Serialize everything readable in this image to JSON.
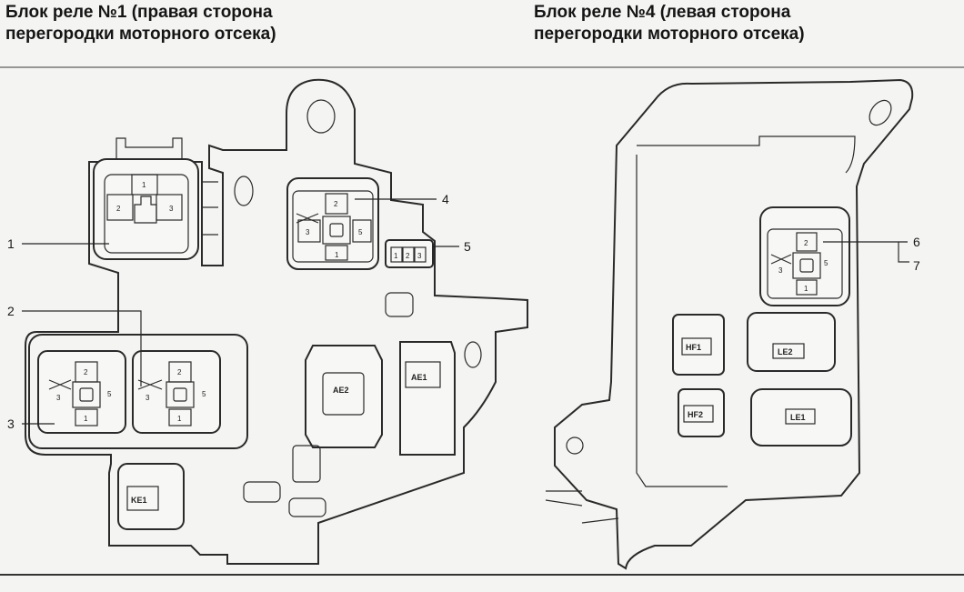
{
  "titles": {
    "left_line1": "Блок реле №1 (правая сторона",
    "left_line2": "перегородки моторного отсека)",
    "right_line1": "Блок реле №4 (левая сторона",
    "right_line2": "перегородки моторного отсека)"
  },
  "callouts": [
    "1",
    "2",
    "3",
    "4",
    "5",
    "6",
    "7"
  ],
  "relay_pins": [
    "1",
    "2",
    "3",
    "5"
  ],
  "connector_pins": [
    "1",
    "2",
    "3"
  ],
  "tags": {
    "ae1": "AE1",
    "ae2": "AE2",
    "ke1": "KE1",
    "hf1": "HF1",
    "hf2": "HF2",
    "le1": "LE1",
    "le2": "LE2"
  }
}
